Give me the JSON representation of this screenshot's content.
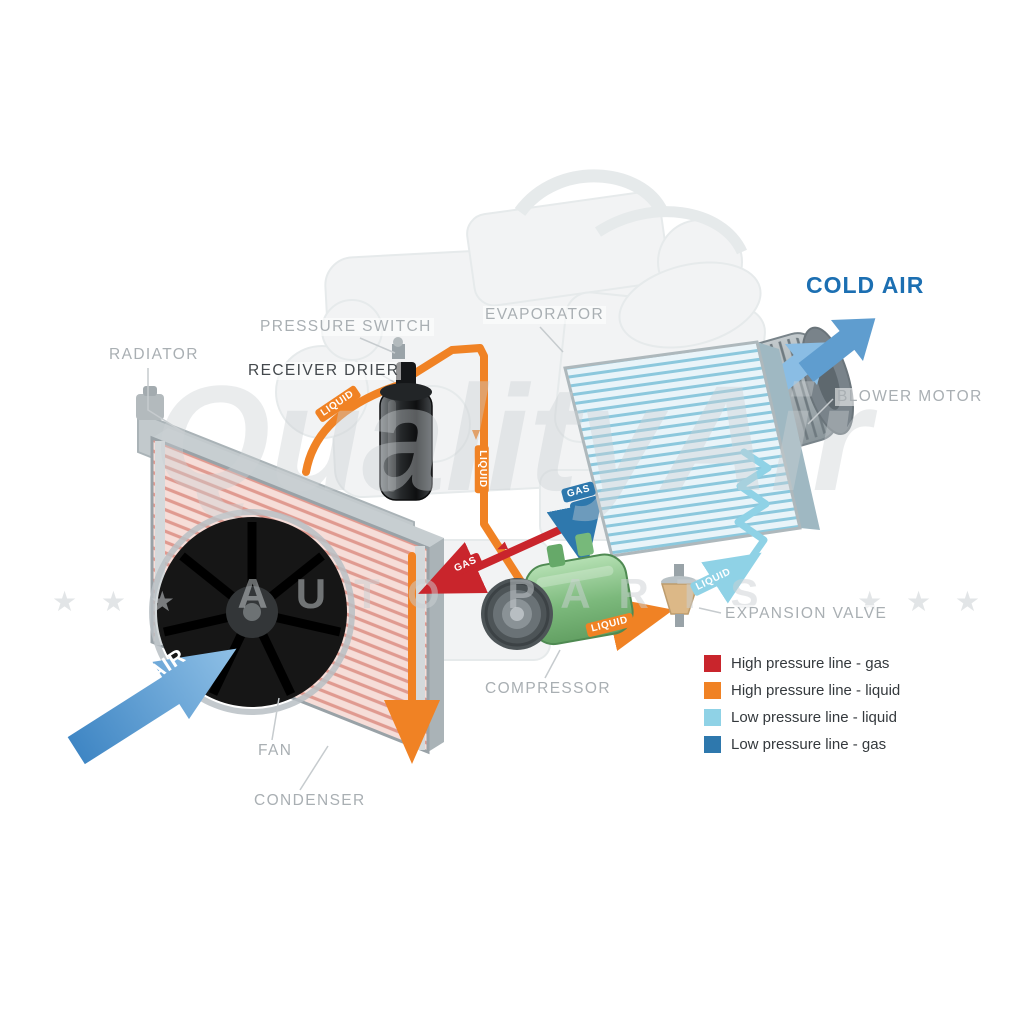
{
  "diagram": {
    "component_labels": {
      "radiator": "RADIATOR",
      "pressure_switch": "PRESSURE SWITCH",
      "receiver_drier": "RECEIVER DRIER",
      "evaporator": "EVAPORATOR",
      "blower_motor": "BLOWER MOTOR",
      "expansion_valve": "EXPANSION VALVE",
      "compressor": "COMPRESSOR",
      "fan": "FAN",
      "condenser": "CONDENSER"
    },
    "flow_labels": {
      "cold_air": "COLD AIR",
      "air": "AIR",
      "liquid_drier": "LIQUID",
      "liquid_vertical": "LIQUID",
      "liquid_to_valve": "LIQUID",
      "liquid_low_pressure": "LIQUID",
      "gas_high_pressure": "GAS",
      "gas_low_pressure": "GAS"
    }
  },
  "legend": {
    "items": [
      {
        "label": "High pressure line - gas",
        "color": "#c9252c"
      },
      {
        "label": "High pressure line - liquid",
        "color": "#f08224"
      },
      {
        "label": "Low pressure line - liquid",
        "color": "#8fd2e6"
      },
      {
        "label": "Low pressure line -  gas",
        "color": "#2e78ad"
      }
    ]
  },
  "watermark": {
    "brand": "QualityAir",
    "subtitle": "AUTO PARTS",
    "stars_left": "★ ★ ★",
    "stars_right": "★ ★ ★"
  },
  "colors": {
    "hp_gas": "#c9252c",
    "hp_liquid": "#f08224",
    "lp_liquid": "#8fd2e6",
    "lp_gas": "#2e78ad",
    "cold_air": "#1c6fb2",
    "air_arrow": "#4a8cc6"
  }
}
